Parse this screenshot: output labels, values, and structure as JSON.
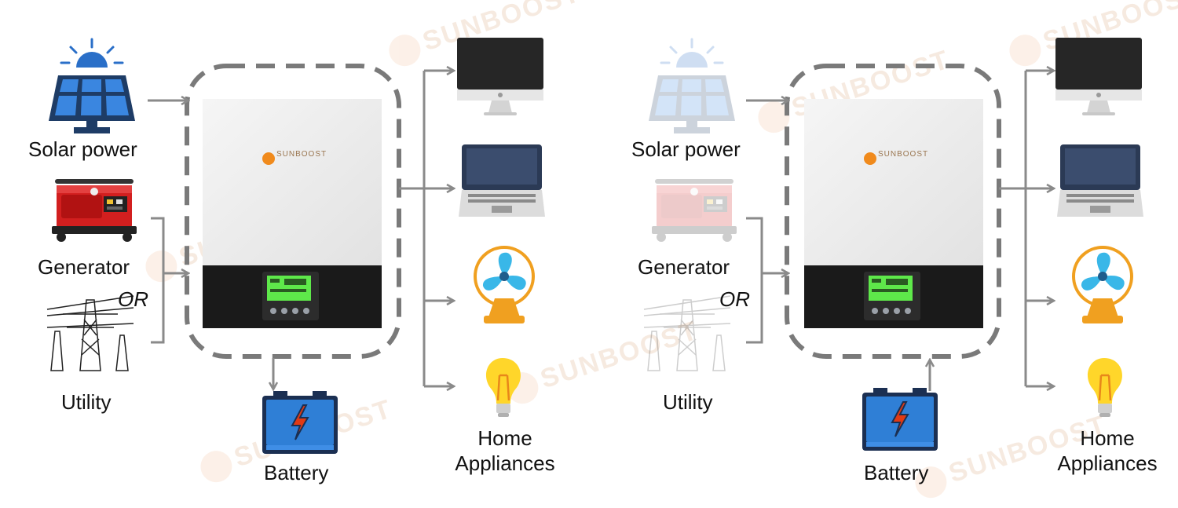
{
  "watermark": "SUNBOOST",
  "brand": "SUNBOOST",
  "colors": {
    "dashed_frame": "#7a7a7a",
    "arrow": "#8a8a8a",
    "inverter_body": "#ececec",
    "inverter_panel": "#1a1a1a",
    "lcd": "#5ee84a",
    "battery": "#2f7fd6",
    "brand_orange": "#f08a1c"
  },
  "left": {
    "solar_label": "Solar power",
    "generator_label": "Generator",
    "or_label": "OR",
    "utility_label": "Utility",
    "battery_label": "Battery",
    "home_label_line1": "Home",
    "home_label_line2": "Appliances"
  },
  "right": {
    "solar_label": "Solar power",
    "generator_label": "Generator",
    "or_label": "OR",
    "utility_label": "Utility",
    "battery_label": "Battery",
    "home_label_line1": "Home",
    "home_label_line2": "Appliances"
  },
  "icons": [
    "solar-panel-icon",
    "generator-icon",
    "power-tower-icon",
    "battery-icon",
    "monitor-icon",
    "laptop-icon",
    "fan-icon",
    "light-bulb-icon"
  ]
}
